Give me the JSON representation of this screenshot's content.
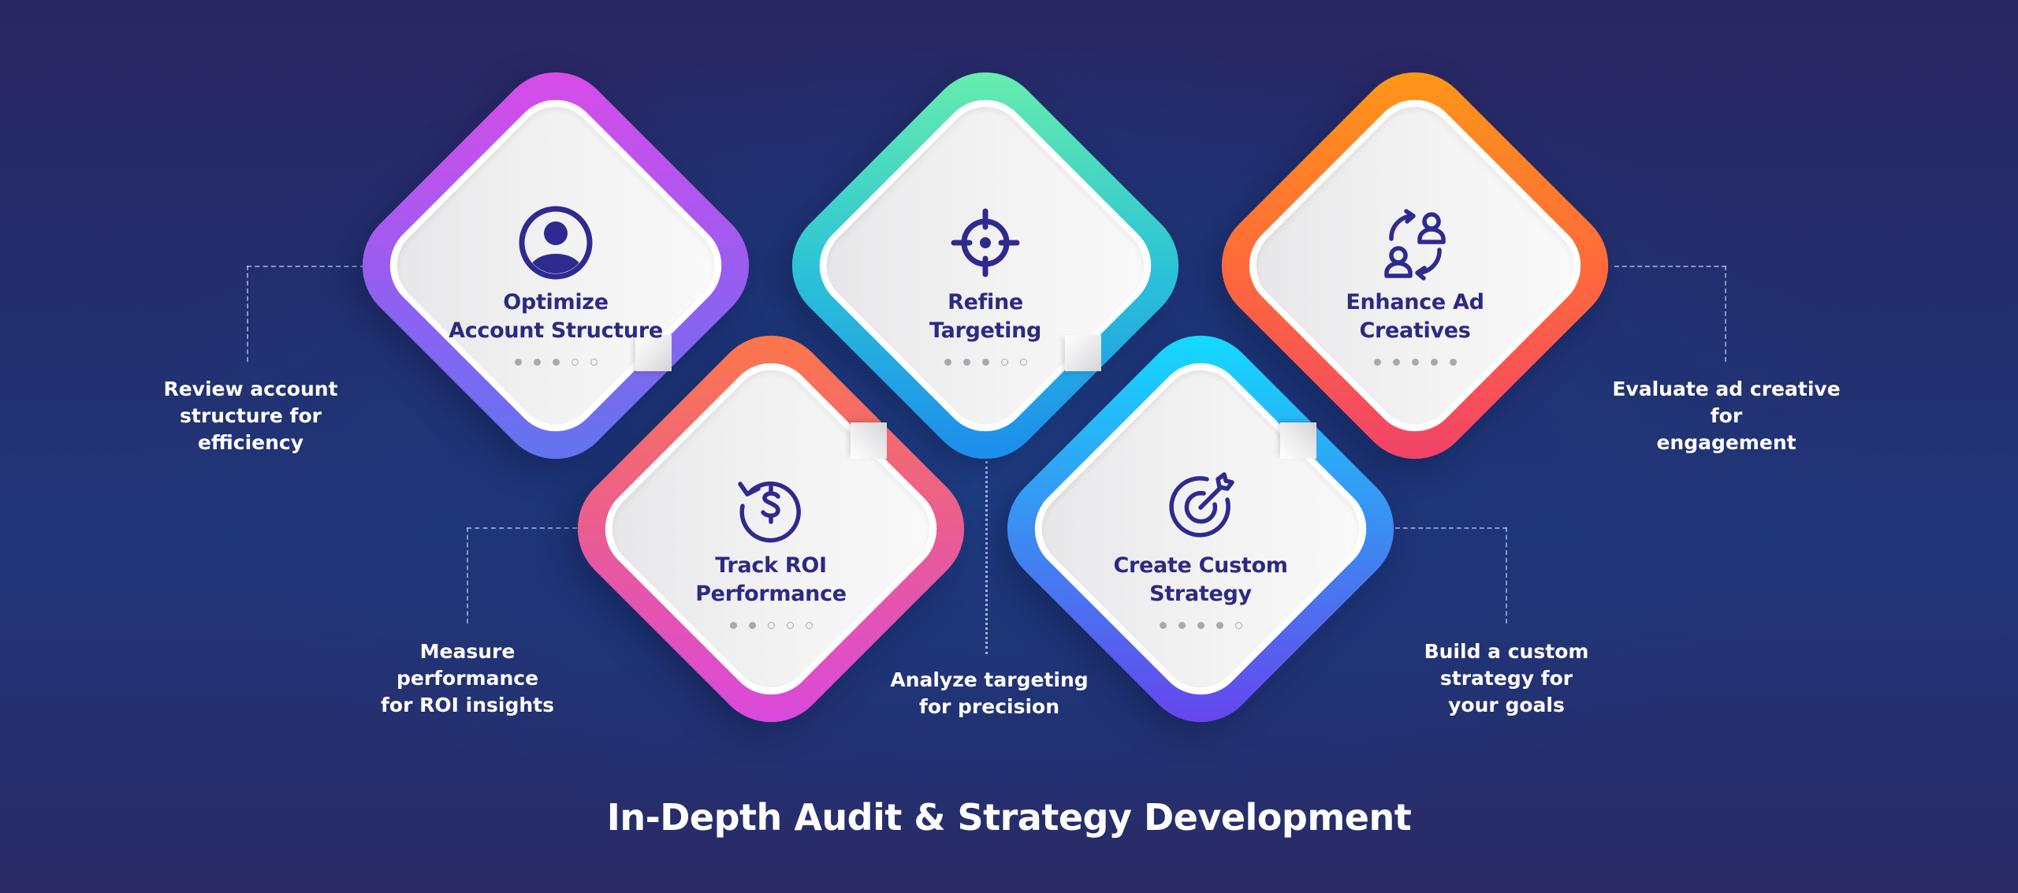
{
  "main_title": "In-Depth Audit & Strategy Development",
  "colors": {
    "background_top": "#2a2663",
    "background_center": "#1f3f86",
    "icon_text": "#2c2a82",
    "dot": "#a9a9ad"
  },
  "cards": [
    {
      "id": "optimize",
      "title_line1": "Optimize",
      "title_line2": "Account Structure",
      "icon": "user-circle-icon",
      "dots": [
        true,
        true,
        true,
        false,
        false
      ],
      "gradient": [
        "#e04ae8",
        "#9b5cf0",
        "#5a78ef"
      ],
      "description": "Review account\nstructure for\nefficiency"
    },
    {
      "id": "refine",
      "title_line1": "Refine",
      "title_line2": "Targeting",
      "icon": "crosshair-icon",
      "dots": [
        true,
        true,
        true,
        false,
        false
      ],
      "gradient": [
        "#6ef2a6",
        "#2cc4d6",
        "#1a86ef"
      ],
      "description": "Analyze targeting\nfor precision"
    },
    {
      "id": "enhance",
      "title_line1": "Enhance Ad",
      "title_line2": "Creatives",
      "icon": "user-swap-icon",
      "dots": [
        true,
        true,
        true,
        true,
        true
      ],
      "gradient": [
        "#ff9c12",
        "#ff6a3a",
        "#f03e6e"
      ],
      "description": "Evaluate ad creative\nfor\nengagement"
    },
    {
      "id": "track",
      "title_line1": "Track ROI",
      "title_line2": "Performance",
      "icon": "dollar-refresh-icon",
      "dots": [
        true,
        true,
        false,
        false,
        false
      ],
      "gradient": [
        "#ff7a40",
        "#e85a9a",
        "#d846e6"
      ],
      "description": "Measure\nperformance\nfor ROI insights"
    },
    {
      "id": "create",
      "title_line1": "Create Custom",
      "title_line2": "Strategy",
      "icon": "target-arrow-icon",
      "dots": [
        true,
        true,
        true,
        true,
        false
      ],
      "gradient": [
        "#0ee4ff",
        "#3b8df2",
        "#6b3cec"
      ],
      "description": "Build a custom\nstrategy for\nyour goals"
    }
  ]
}
